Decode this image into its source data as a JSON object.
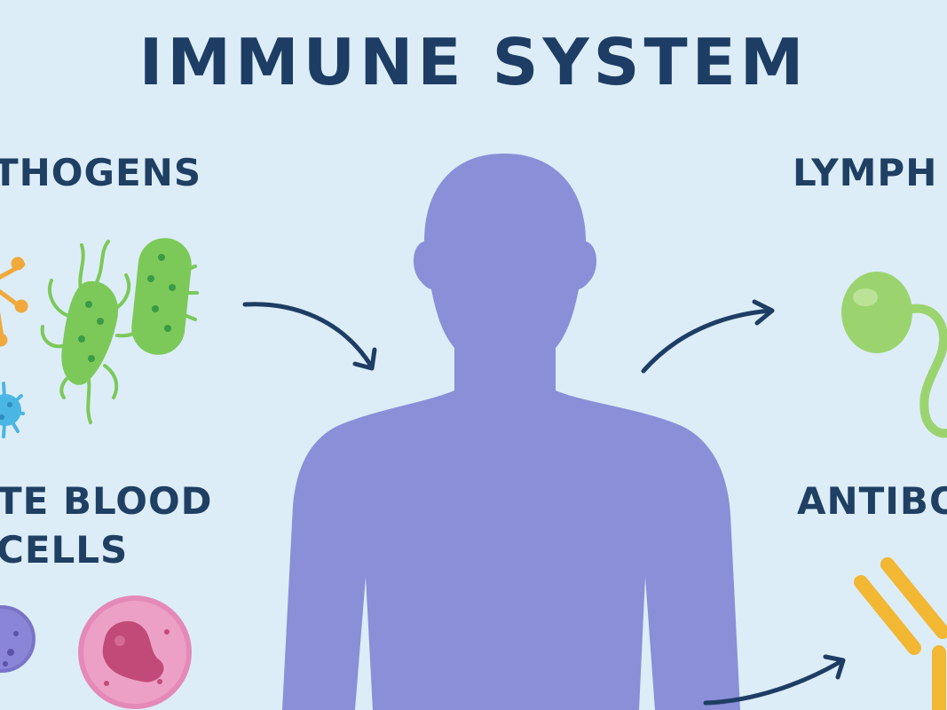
{
  "title": "IMMUNE SYSTEM",
  "labels": {
    "pathogens": "THOGENS",
    "white_blood_cells_line1": "TE BLOOD",
    "white_blood_cells_line2": "CELLS",
    "lymph": "LYMPH",
    "antibodies": "ANTIBO"
  },
  "colors": {
    "background": "#dcedf8",
    "text": "#1e3d64",
    "body_silhouette": "#8a8fd8",
    "bacteria_green": "#7cc95a",
    "virus_blue": "#4ab6e3",
    "virus_orange": "#f0a93a",
    "cell_pink": "#e489b8",
    "cell_purple": "#8b85d8",
    "antibody_yellow": "#f2b733",
    "lymph_green": "#9bd46f",
    "arrow": "#1e3d64"
  },
  "icons": {
    "body": "human-silhouette",
    "pathogens": [
      "virus-orange-icon",
      "bacteria-rod-icon",
      "bacteria-capsule-icon",
      "virus-blue-icon"
    ],
    "white_blood_cells": [
      "purple-cell-icon",
      "pink-cell-icon"
    ],
    "lymph": "lymph-node-icon",
    "antibody": "antibody-icon"
  }
}
